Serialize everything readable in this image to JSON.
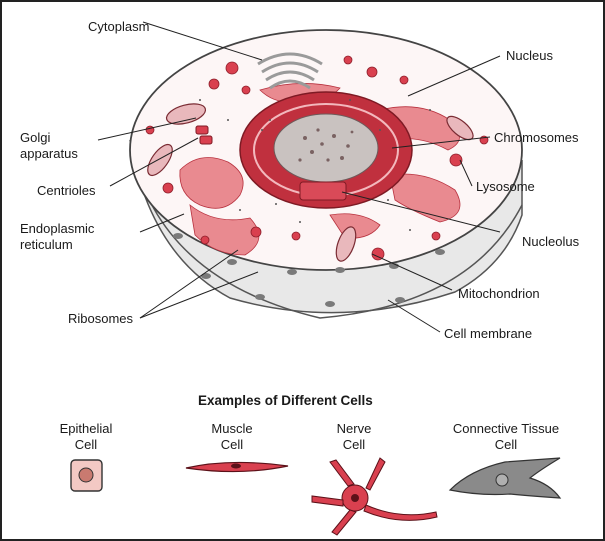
{
  "labels": {
    "cytoplasm": "Cytoplasm",
    "nucleus": "Nucleus",
    "golgi_line1": "Golgi",
    "golgi_line2": "apparatus",
    "chromosomes": "Chromosomes",
    "lysosome": "Lysosome",
    "centrioles": "Centrioles",
    "nucleolus": "Nucleolus",
    "er_line1": "Endoplasmic",
    "er_line2": "reticulum",
    "mitochondrion": "Mitochondrion",
    "ribosomes": "Ribosomes",
    "cell_membrane": "Cell membrane"
  },
  "examples": {
    "heading": "Examples of Different Cells",
    "epithelial_line1": "Epithelial",
    "epithelial_line2": "Cell",
    "muscle_line1": "Muscle",
    "muscle_line2": "Cell",
    "nerve_line1": "Nerve",
    "nerve_line2": "Cell",
    "connective_line1": "Connective Tissue",
    "connective_line2": "Cell"
  },
  "colors": {
    "organelle_red": "#d9404f",
    "organelle_pink": "#e98a90",
    "membrane_gray": "#e6e6e6",
    "connective_gray": "#8a8a8a"
  }
}
